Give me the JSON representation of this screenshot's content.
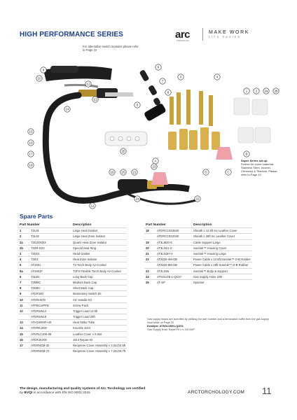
{
  "header": {
    "title": "HIGH PERFORMANCE SERIES",
    "note": "For alternative switch modules please refer to Page 22"
  },
  "logo": {
    "brand": "arc",
    "sub": "TORCHOLOGY",
    "tagline_1": "MAKE WORK",
    "tagline_2": "LIFE EASIER"
  },
  "diagram_labels": [
    "1",
    "2",
    "2a",
    "2b",
    "3",
    "4",
    "5",
    "6",
    "7",
    "8",
    "9",
    "10",
    "11",
    "12",
    "13",
    "14",
    "15",
    "16",
    "17",
    "18",
    "19",
    "20",
    "21",
    "22",
    "23",
    "24",
    "25",
    "A",
    "B",
    "C",
    "D"
  ],
  "callout": {
    "title": "Super Series set-up",
    "text": "Perfect for zoom materials Stainless Steel, Inconel, Chromoly & Titanium. Please refer to Page 10"
  },
  "spare_parts": {
    "title": "Spare Parts",
    "columns": {
      "part_number": "Part Number",
      "description": "Description"
    },
    "left_rows": [
      {
        "num": "1",
        "code": "T3L01",
        "desc": "Large Heat Gasket"
      },
      {
        "num": "2",
        "code": "T3L02",
        "desc": "Large Heat Zone Isolator"
      },
      {
        "num": "2a",
        "code": "T3GZDN23",
        "desc": "Quartz Heat Zone Isolator"
      },
      {
        "num": "2b",
        "code": "T3ZR-D23",
        "desc": "Special Seal Ring"
      },
      {
        "num": "3",
        "code": "T3G01",
        "desc": "Head Gasket"
      },
      {
        "num": "4",
        "code": "T3I01",
        "desc": "Heat Zone Isolator"
      },
      {
        "num": "5",
        "code": "AT2601",
        "desc": "T3 Torch Body Air-Cooled"
      },
      {
        "num": "5a",
        "code": "AT2601F",
        "desc": "T3FX Flexible Torch Body Air-Cooled"
      },
      {
        "num": "6",
        "code": "T3LBC",
        "desc": "Long Back Cap"
      },
      {
        "num": "7",
        "code": "T3MBC",
        "desc": "Medium Back Cap"
      },
      {
        "num": "8",
        "code": "T3SBC",
        "desc": "Short Back Cap"
      },
      {
        "num": "9",
        "code": "ATER160",
        "desc": "Momentary Switch Kit"
      },
      {
        "num": "10",
        "code": "ATERH200",
        "desc": "Arc Handle Kit"
      },
      {
        "num": "11",
        "code": "ATPBCorPPB",
        "desc": "Screw Pack"
      },
      {
        "num": "12",
        "code": "ATERSWL4",
        "desc": "Trigger Lead 12.5ft"
      },
      {
        "num": "",
        "code": "ATERSWL8",
        "desc": "Trigger Lead 25ft"
      },
      {
        "num": "13",
        "code": "ATH1SRHR+40",
        "desc": "Heat Strike Tube"
      },
      {
        "num": "14",
        "code": "ATERKJ200",
        "desc": "Knuckle Joint"
      },
      {
        "num": "15",
        "code": "ATERLC200-08",
        "desc": "Leather Cover x 0.8mt"
      },
      {
        "num": "16",
        "code": "ATERJK200",
        "desc": "Joint Repair Kit"
      },
      {
        "num": "17",
        "code": "ATERNCM-32",
        "desc": "Neoprene Cover Assembly x 3.2m/10.5ft"
      },
      {
        "num": "",
        "code": "ATERNCM-72",
        "desc": "Neoprene Cover Assembly x 7.2m/23.7ft"
      }
    ],
    "right_rows": [
      {
        "num": "18",
        "code": "ATERCC0S3640",
        "desc": "Sheath x 12.5ft Inc Leather Cover"
      },
      {
        "num": "",
        "code": "ATERCC0S2040",
        "desc": "Sheath x 25ft Inc Leather Cover"
      },
      {
        "num": "19",
        "code": "AT3LM20-5",
        "desc": "Cable Support Large"
      },
      {
        "num": "20",
        "code": "AT3LN21-C",
        "desc": "Surelok™ Housing Cover"
      },
      {
        "num": "21",
        "code": "AT3LN3H-H",
        "desc": "Surelok™ Housing Large"
      },
      {
        "num": "22",
        "code": "AT2620-4M-OB",
        "desc": "Power Cable x 12.5ft Surelok™ O-B Rubber"
      },
      {
        "num": "",
        "code": "AT2620-8M-OB",
        "desc": "Power Cable x 25ft Surelok™ O-B Rubber"
      },
      {
        "num": "23",
        "code": "AT3LS55",
        "desc": "Surelok™ Body & Support"
      },
      {
        "num": "24",
        "code": "ATNSLOB-1-QGS*",
        "desc": "Gas Supply Hose O/B"
      },
      {
        "num": "25",
        "code": "AT-SP",
        "desc": "Spanner"
      }
    ],
    "note": "Gas supply hoses are specified by utilising the part number and a termination suffix from the gas supply hose table on Page 20",
    "example_label": "Example: ATNSLOB01-QGS1",
    "example_text": "Gas Supply Hose Rapid Fit x ¼ 3/8 BSP"
  },
  "footer": {
    "line_1": "The design, manufacturing and quality systems of Arc Torchology are certified",
    "line_2_prefix": "by ",
    "line_2_brand": "BVQI",
    "line_2_suffix": " in accordance with EN ISO 9001:2015",
    "url": "ARCTORCHOLOGY.COM",
    "page_number": "11"
  },
  "colors": {
    "title_blue": "#1d3f8f",
    "label_circle": "#222222",
    "cable": "#1c1c1c",
    "gold": "#c9a23a",
    "ceramic_pink": "#f0a0a8"
  }
}
